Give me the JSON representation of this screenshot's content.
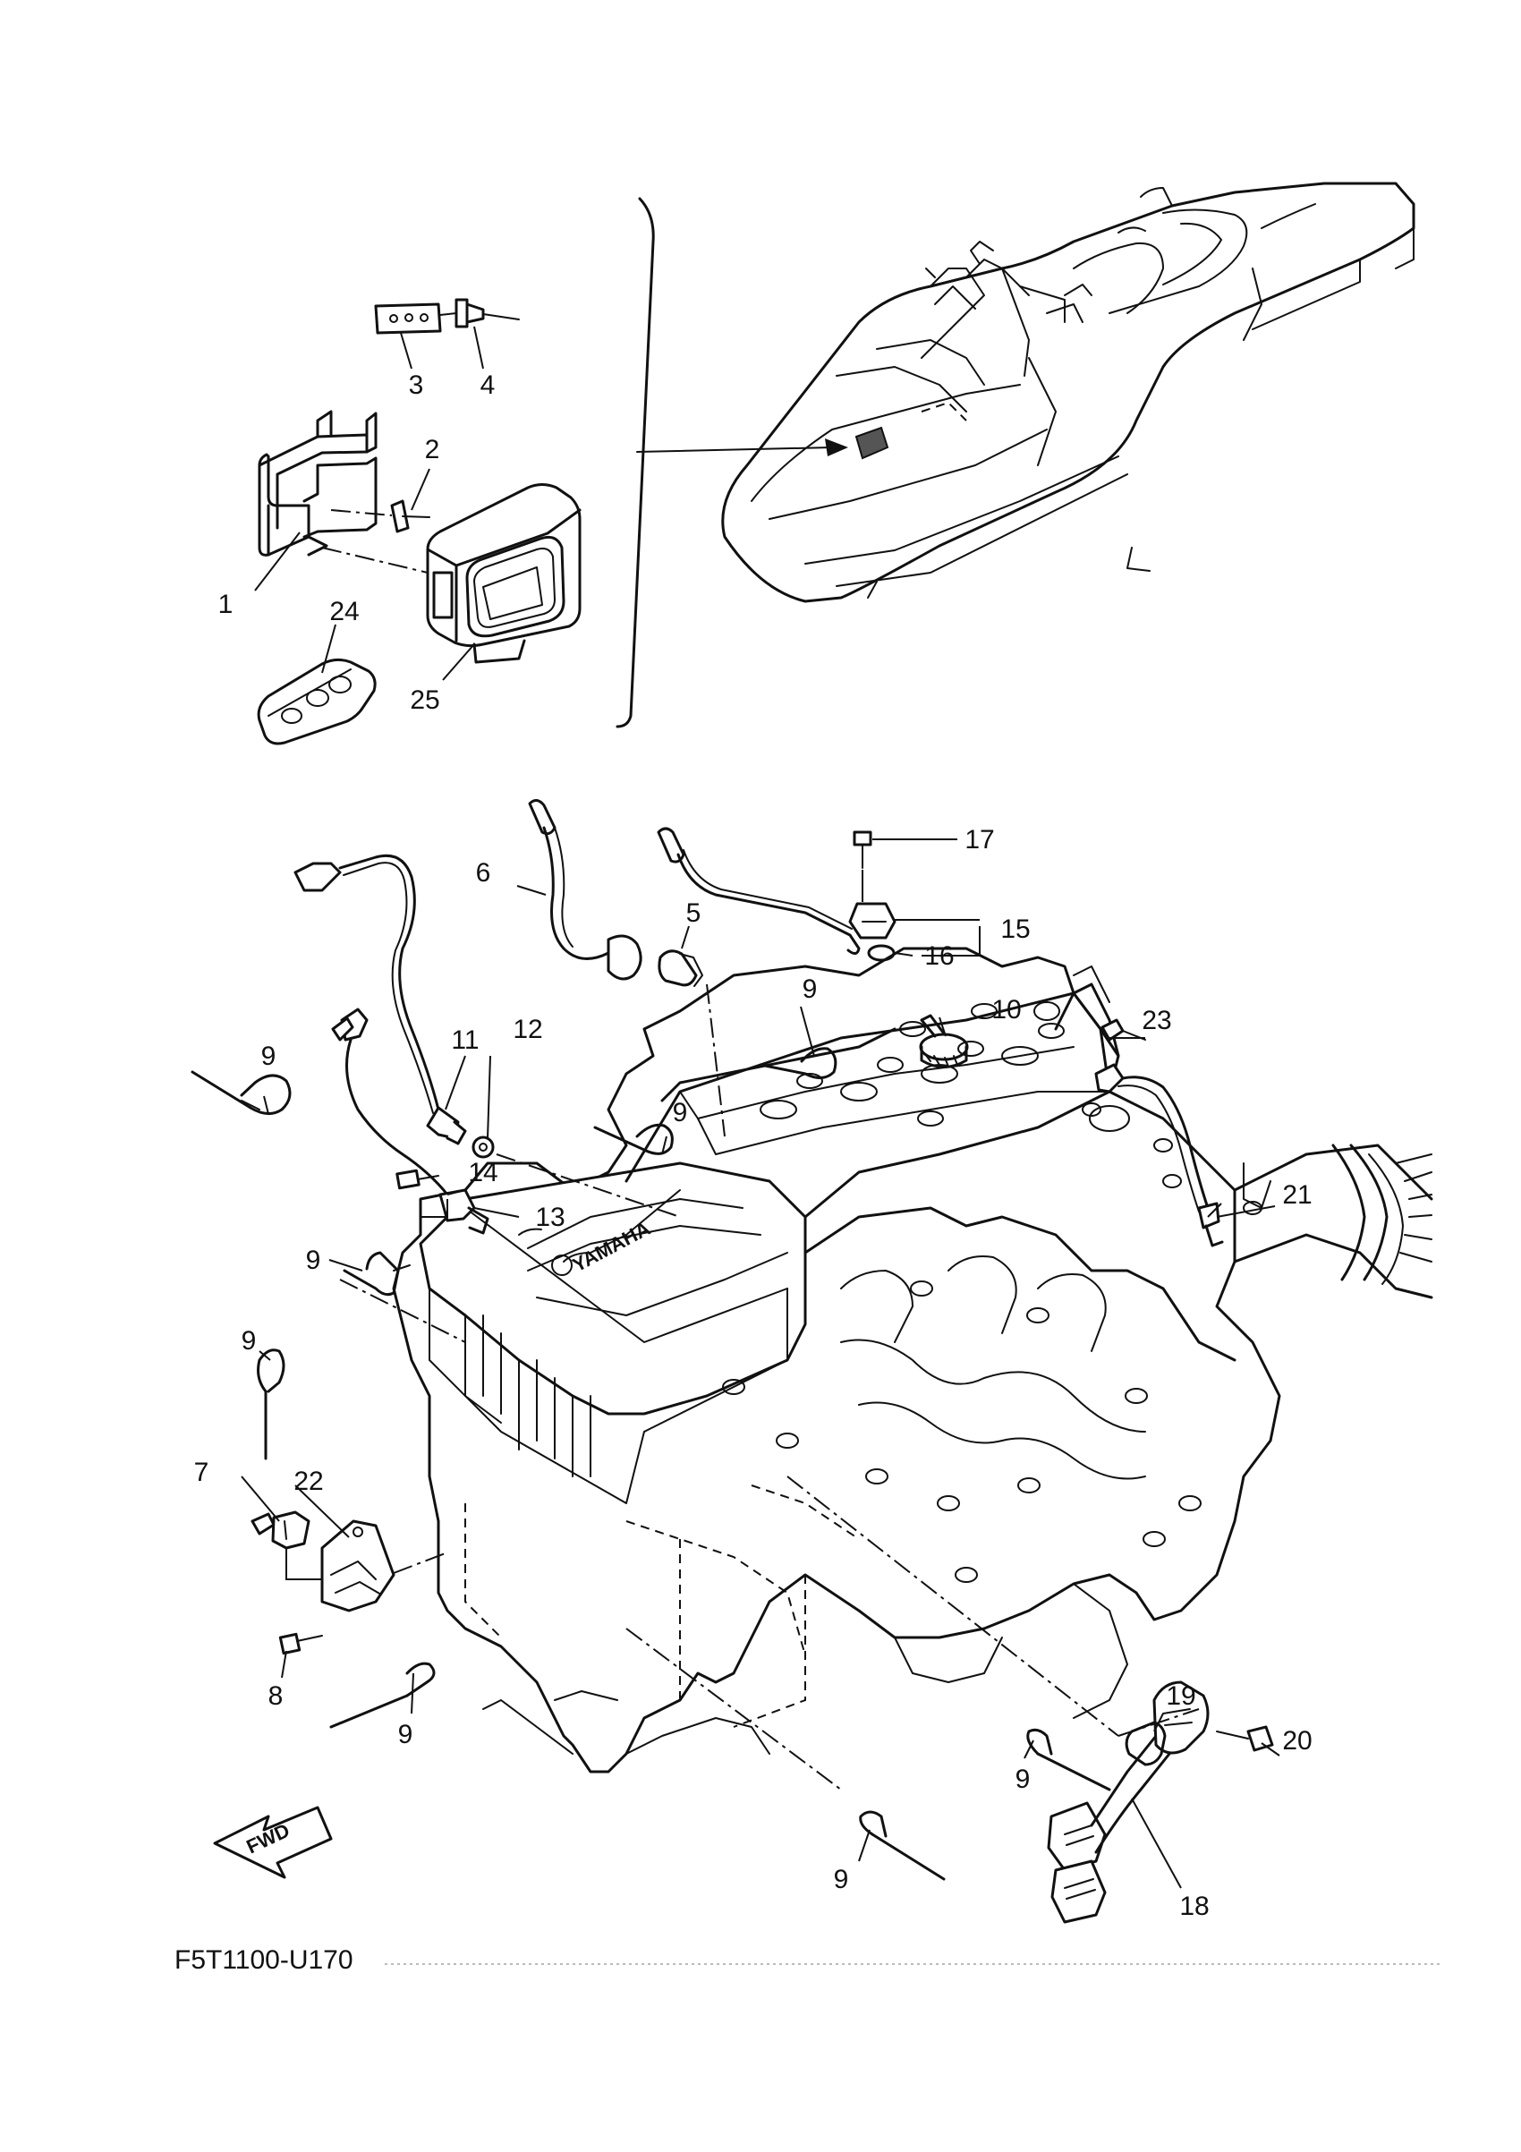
{
  "diagram": {
    "code": "F5T1100-U170",
    "fwd_label": "FWD",
    "brand_mark": "YAMAHA",
    "callouts": [
      {
        "id": "c1",
        "text": "1"
      },
      {
        "id": "c2",
        "text": "2"
      },
      {
        "id": "c3",
        "text": "3"
      },
      {
        "id": "c4",
        "text": "4"
      },
      {
        "id": "c5",
        "text": "5"
      },
      {
        "id": "c6",
        "text": "6"
      },
      {
        "id": "c7",
        "text": "7"
      },
      {
        "id": "c8",
        "text": "8"
      },
      {
        "id": "c9a",
        "text": "9"
      },
      {
        "id": "c9b",
        "text": "9"
      },
      {
        "id": "c9c",
        "text": "9"
      },
      {
        "id": "c9d",
        "text": "9"
      },
      {
        "id": "c9e",
        "text": "9"
      },
      {
        "id": "c9f",
        "text": "9"
      },
      {
        "id": "c9g",
        "text": "9"
      },
      {
        "id": "c9h",
        "text": "9"
      },
      {
        "id": "c10",
        "text": "10"
      },
      {
        "id": "c11",
        "text": "11"
      },
      {
        "id": "c12",
        "text": "12"
      },
      {
        "id": "c13",
        "text": "13"
      },
      {
        "id": "c14",
        "text": "14"
      },
      {
        "id": "c15",
        "text": "15"
      },
      {
        "id": "c16",
        "text": "16"
      },
      {
        "id": "c17",
        "text": "17"
      },
      {
        "id": "c18",
        "text": "18"
      },
      {
        "id": "c19",
        "text": "19"
      },
      {
        "id": "c20",
        "text": "20"
      },
      {
        "id": "c21",
        "text": "21"
      },
      {
        "id": "c22",
        "text": "22"
      },
      {
        "id": "c23",
        "text": "23"
      },
      {
        "id": "c24",
        "text": "24"
      },
      {
        "id": "c25",
        "text": "25"
      }
    ]
  }
}
